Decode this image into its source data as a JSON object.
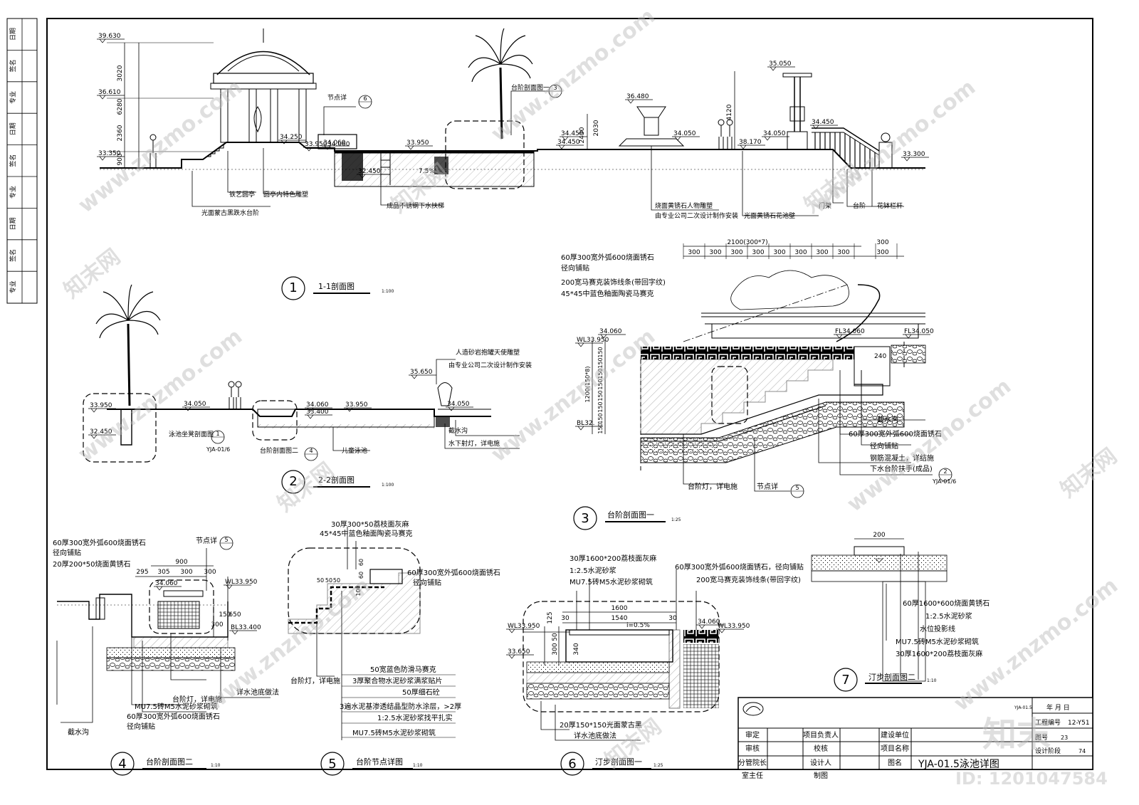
{
  "side_strip": {
    "labels": [
      "日期",
      "签名",
      "专业",
      "日期",
      "签名",
      "专业",
      "日期",
      "签名",
      "专业"
    ]
  },
  "section1": {
    "number": "1",
    "title": "1-1剖面图",
    "scale": "1:100",
    "elevations": [
      "39.630",
      "36.610",
      "33.350",
      "34.250",
      "33.950",
      "34.060",
      "32.450",
      "33.950",
      "36.480",
      "34.450",
      "34.050",
      "34.450",
      "34.050",
      "38.170",
      "35.050",
      "34.450",
      "33.300",
      "33.950"
    ],
    "dims": [
      "3020",
      "6280",
      "2360",
      "900",
      "2430",
      "2030",
      "4120"
    ],
    "slope": "7.5%",
    "labels": [
      "铁艺圆亭",
      "圆亭内特色雕塑",
      "光面蒙古黑跌水台阶",
      "成品不锈钢下水扶梯",
      "烧面黄锈石人物雕塑",
      "由专业公司二次设计制作安装",
      "门架",
      "光面黄锈石花池壁",
      "台阶",
      "花钵栏杆",
      "节点详"
    ],
    "ref1_num": "6",
    "ref2_text": "台阶剖面图一",
    "ref2_num": "3"
  },
  "section2": {
    "number": "2",
    "title": "2-2剖面图",
    "scale": "1:100",
    "elevations": [
      "33.950",
      "32.450",
      "34.050",
      "34.060",
      "33.950",
      "33.400",
      "35.650",
      "34.050"
    ],
    "labels": [
      "人造砂岩抱罐天使雕塑",
      "由专业公司二次设计制作安装",
      "泳池坐凳剖面图",
      "台阶剖面图二",
      "儿童泳池",
      "截水沟",
      "水下射灯，详电施"
    ],
    "ref1_num": "1",
    "ref1_sheet": "YJA-01/6",
    "ref2_num": "4"
  },
  "section3": {
    "number": "3",
    "title": "台阶剖面图一",
    "scale": "1:25",
    "dims_top": [
      "2100(300*7)",
      "300",
      "300",
      "300",
      "300",
      "300",
      "300",
      "300",
      "300",
      "300",
      "300"
    ],
    "dims_left": [
      "150",
      "150",
      "150",
      "150",
      "150",
      "150",
      "150",
      "150",
      "1200(150*8)"
    ],
    "elevations": [
      "34.060",
      "WL33.950",
      "BL32.",
      "FL34.060",
      "FL34.050"
    ],
    "dim_240": "240",
    "labels": [
      "60厚300宽外弧600烧面锈石",
      "径向铺贴",
      "200宽马赛克装饰线条(带回字纹)",
      "45*45中蓝色釉面陶瓷马赛克",
      "截水沟",
      "60厚300宽外弧600烧面锈石",
      "径向铺贴",
      "钢筋混凝土，详结施",
      "下水台阶扶手(成品)",
      "台阶灯，详电施",
      "节点详"
    ],
    "ref_num": "5",
    "ref2_num": "2",
    "ref2_sheet": "YJA-01/6"
  },
  "section4": {
    "number": "4",
    "title": "台阶剖面图二",
    "scale": "1:10",
    "dims": [
      "900",
      "295",
      "305",
      "300",
      "300",
      "300",
      "150",
      "650"
    ],
    "elevations": [
      "34.060",
      "WL33.950",
      "BL33.400"
    ],
    "labels": [
      "60厚300宽外弧600烧面锈石",
      "径向铺贴",
      "20厚200*50烧面黄锈石",
      "节点详",
      "台阶灯，详电施",
      "MU7.5砖M5水泥砂浆砌筑",
      "60厚300宽外弧600烧面锈石",
      "径向铺贴",
      "详水池底做法",
      "截水沟"
    ],
    "ref_num": "5"
  },
  "section5": {
    "number": "5",
    "title": "台阶节点详图",
    "scale": "1:10",
    "dims": [
      "50",
      "50",
      "50",
      "60",
      "100",
      "60"
    ],
    "labels": [
      "30厚300*50荔枝面灰麻",
      "45*45中蓝色釉面陶瓷马赛克",
      "60厚300宽外弧600烧面锈石",
      "径向铺贴",
      "台阶灯，详电施",
      "50宽蓝色防滑马赛克",
      "3厚聚合物水泥砂浆满浆贴片",
      "50厚细石砼",
      "3遍水泥基渗透结晶型防水涂层，>2厚",
      "1:2.5水泥砂浆找平扎实",
      "MU7.5砖M5水泥砂浆砌筑"
    ]
  },
  "section6": {
    "number": "6",
    "title": "汀步剖面图一",
    "scale": "1:25",
    "dims": [
      "1600",
      "30",
      "1540",
      "30",
      "125",
      "300",
      "50",
      "340"
    ],
    "slope": "i=0.5%",
    "elevations": [
      "WL33.950",
      "33.650",
      "34.060",
      "WL33.950"
    ],
    "labels": [
      "30厚1600*200荔枝面灰麻",
      "1:2.5水泥砂浆",
      "MU7.5砖M5水泥砂浆砌筑",
      "60厚300宽外弧600烧面锈石，径向铺贴",
      "200宽马赛克装饰线条(带回字纹)",
      "20厚150*150光面蒙古黑",
      "详水池底做法"
    ]
  },
  "section7": {
    "number": "7",
    "title": "汀步剖面图二",
    "scale": "1:10",
    "dim": "200",
    "labels": [
      "60厚1600*600烧面黄锈石",
      "1:2.5水泥砂浆",
      "水位投影线",
      "MU7.5砖M5水泥砂浆砌筑",
      "30厚1600*200荔枝面灰麻"
    ]
  },
  "title_block": {
    "rows": [
      [
        "审定",
        "",
        "项目负责人",
        "",
        "建设单位"
      ],
      [
        "审核",
        "",
        "校核",
        "",
        "项目名称"
      ],
      [
        "分管院长",
        "",
        "设计人",
        "",
        "图名"
      ],
      [
        "室主任",
        "",
        "制图",
        "",
        ""
      ]
    ],
    "drawing_name": "YJA-01.5泳池详图",
    "small_code": "YJA-01.5",
    "right_labels": [
      "年 月 日",
      "工程编号",
      "图号",
      "设计阶段"
    ],
    "project_no": "12-Y51",
    "sheet_no": "23",
    "sheet_total": "74"
  },
  "watermark": {
    "text1": "www.znzmo.com",
    "text2": "知末网",
    "logo_text": "知末",
    "id_text": "ID: 1201047584"
  }
}
